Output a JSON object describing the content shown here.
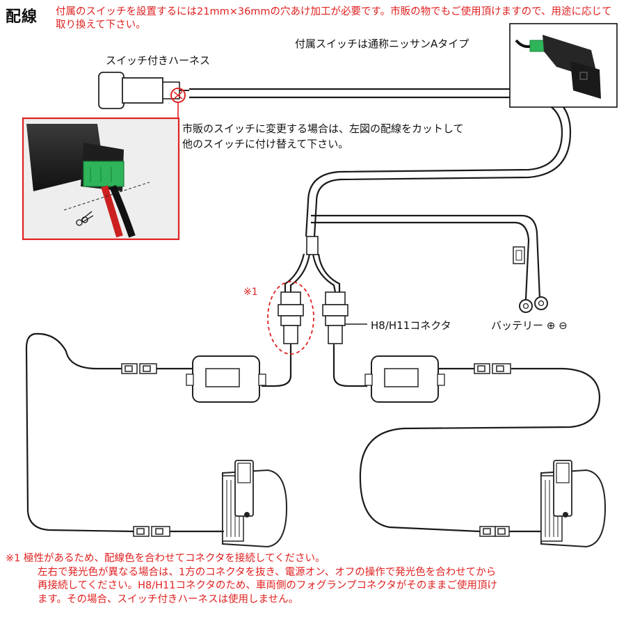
{
  "title": "配線",
  "intro": "付属のスイッチを設置するには21mm×36mmの穴あけ加工が必要です。市販の物でもご使用頂けますので、用途に応じて取り換えて下さい。",
  "labels": {
    "switch_harness": "スイッチ付きハーネス",
    "nissan_switch": "付属スイッチは通称ニッサンAタイプ",
    "cut_note_1": "市販のスイッチに変更する場合は、左図の配線をカットして",
    "cut_note_2": "他のスイッチに付け替えて下さい。",
    "connector": "H8/H11コネクタ",
    "battery": "バッテリー ⊕ ⊖",
    "mark": "※1"
  },
  "footnote": {
    "line1": "※1 極性があるため、配線色を合わせてコネクタを接続してください。",
    "line2": "左右で発光色が異なる場合は、1方のコネクタを抜き、電源オン、オフの操作で発光色を合わせてから",
    "line3": "再接続してください。H8/H11コネクタのため、車両側のフォグランプコネクタがそのままご使用頂け",
    "line4": "ます。その場合、スイッチ付きハーネスは使用しません。"
  },
  "colors": {
    "accent_red": "#e02020",
    "wire": "#1a1a1a",
    "connector_green": "#2fb45a"
  }
}
